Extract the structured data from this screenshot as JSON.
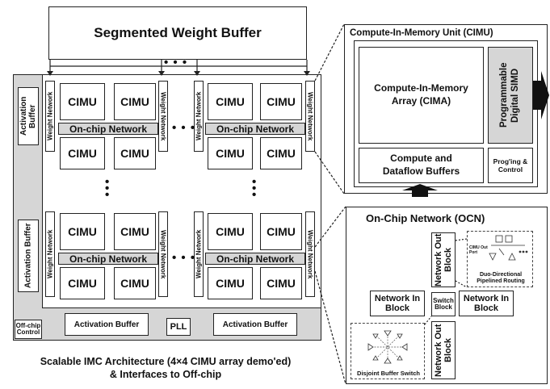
{
  "weight_buffer": {
    "label": "Segmented Weight Buffer"
  },
  "main_array": {
    "activation_buffer_left": "Activation Buffer",
    "weight_network": "Weight Network",
    "cimu": "CIMU",
    "onchip_network": "On-chip Network",
    "ellipsis_h": "• • •",
    "ellipsis_v": "•\n•\n•",
    "offchip_control": "Off-chip Control",
    "activation_buffer_bottom": "Activation Buffer",
    "pll": "PLL"
  },
  "caption": {
    "line1": "Scalable IMC Architecture (4×4 CIMU array demo'ed)",
    "line2": "& Interfaces to Off-chip"
  },
  "cimu_panel": {
    "title": "Compute-In-Memory Unit (CIMU)",
    "cima": "Compute-In-Memory Array (CIMA)",
    "simd": "Programmable Digital SIMD",
    "buffers": "Compute and Dataflow Buffers",
    "control": "Prog'ing & Control"
  },
  "ocn_panel": {
    "title": "On-Chip Network (OCN)",
    "out_block": "Network Out Block",
    "in_block": "Network In Block",
    "switch_block": "Switch Block",
    "duo": "Duo-Directional Pipelined Routing",
    "cimu_out_port": "CIMU Out Port",
    "disjoint": "Disjoint Buffer Switch"
  }
}
